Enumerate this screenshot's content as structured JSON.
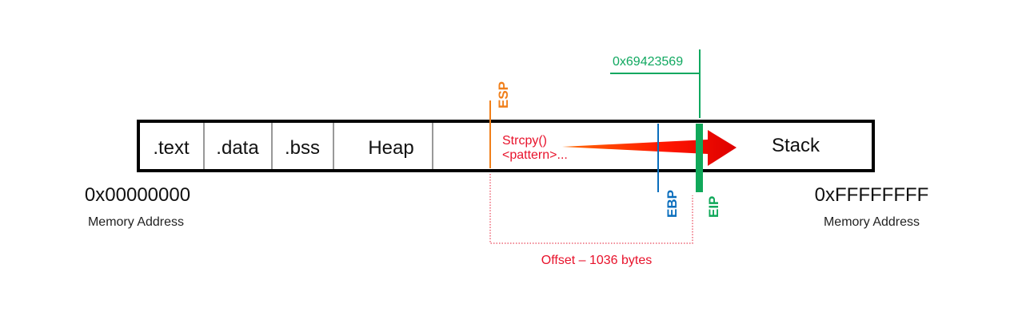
{
  "diagram": {
    "segments": [
      {
        "label": ".text"
      },
      {
        "label": ".data"
      },
      {
        "label": ".bss"
      },
      {
        "label": "Heap"
      },
      {
        "label": ""
      },
      {
        "label": "Stack"
      }
    ],
    "address_low": {
      "value": "0x00000000",
      "caption": "Memory Address"
    },
    "address_high": {
      "value": "0xFFFFFFFF",
      "caption": "Memory Address"
    },
    "registers": {
      "esp": {
        "label": "ESP",
        "color": "#f07f1a"
      },
      "ebp": {
        "label": "EBP",
        "color": "#0a6ebd"
      },
      "eip": {
        "label": "EIP",
        "color": "#10a85a"
      }
    },
    "overflow": {
      "line1": "Strcpy()",
      "line2": "<pattern>...",
      "color": "#e8122b",
      "arrow_gradient_start": "#ff6a00",
      "arrow_gradient_end": "#dd0000"
    },
    "eip_value": "0x69423569",
    "offset_label": "Offset – 1036 bytes"
  }
}
